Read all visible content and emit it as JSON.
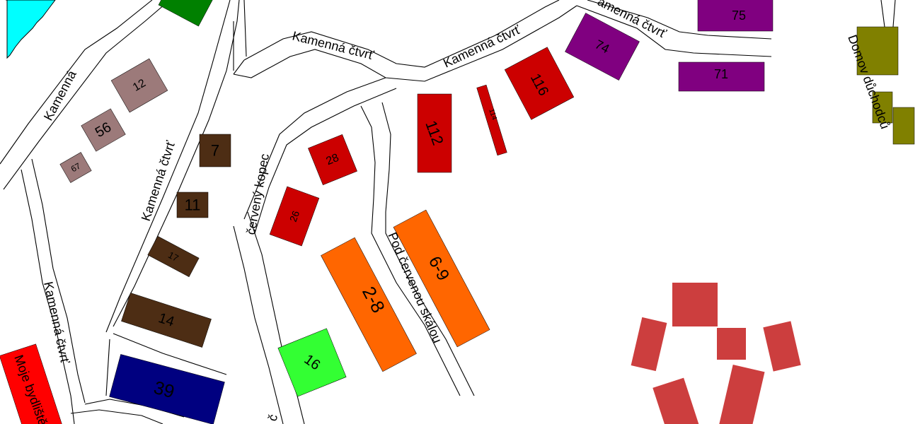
{
  "map": {
    "colors": {
      "water": "#00ffff",
      "green_dark": "#008000",
      "taupe": "#9c7a7a",
      "brown": "#4d2d14",
      "red": "#cc0000",
      "orange": "#ff6600",
      "lime": "#33ff33",
      "navy": "#000080",
      "purple": "#800080",
      "olive": "#808000",
      "bright_red": "#ff0000",
      "pavilion": "#cc3e3e"
    },
    "streets": {
      "kamenna_left": "Kamenná",
      "kamenna_ctvrt_center": "Kamenná čtvrť",
      "kamenna_ctvrt_top1": "Kamenná čtvrť",
      "kamenna_ctvrt_top2": "Kamenná čtvrť",
      "kamenna_ctvrt_top3": "amenná čtvrť",
      "kamenna_ctvrt_bottom": "Kamenná čtvrť",
      "cerveny_kopec": "červený kopec",
      "pod_cervenou_skalou": "Pod červenou skálou",
      "bottom_fragment": "č"
    },
    "buildings": {
      "b12": "12",
      "b56": "56",
      "b67": "67",
      "b7": "7",
      "b11": "11",
      "b17": "17",
      "b14": "14",
      "b39": "39",
      "b28": "28",
      "b26": "26",
      "b16": "16",
      "b28b": "2-8",
      "b69": "6-9",
      "b112": "112",
      "b114": "114",
      "b116": "116",
      "b74": "74",
      "b75": "75",
      "b71": "71"
    },
    "places": {
      "domov": "Domov důchodců",
      "moje": "Moje bydliště"
    }
  }
}
